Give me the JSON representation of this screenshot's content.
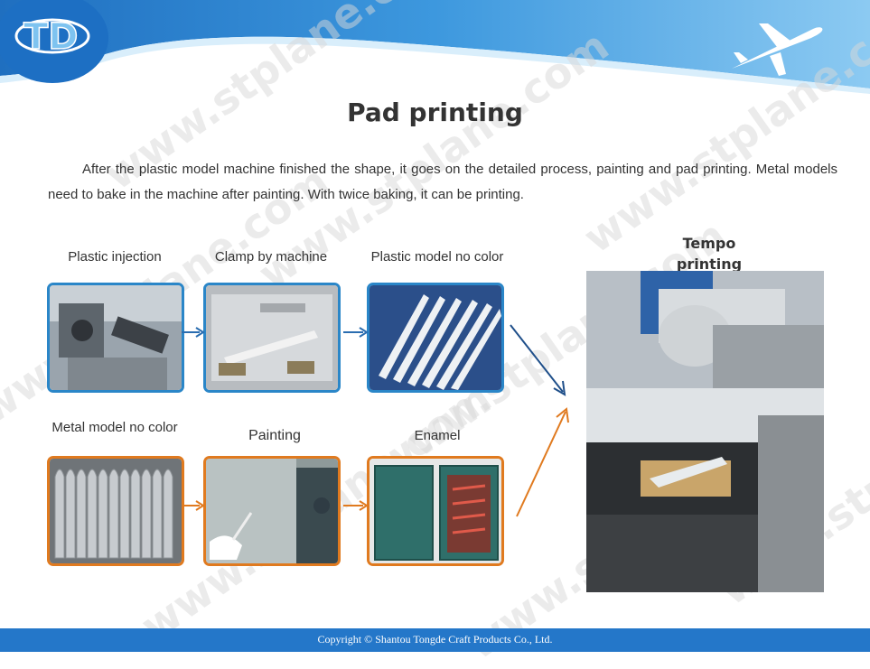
{
  "header": {
    "logo_text": "TD",
    "colors": {
      "brand_blue": "#1e78c8",
      "light_blue": "#5fb0e8",
      "accent_orange": "#e07a1f"
    }
  },
  "watermark": {
    "text": "www.stplane.com"
  },
  "page": {
    "title": "Pad printing",
    "paragraph": "After the plastic model machine finished the shape, it goes on the detailed process, painting and pad printing. Metal models need to bake in the machine after painting. With twice baking, it can be printing."
  },
  "steps": {
    "top": [
      {
        "caption": "Plastic injection"
      },
      {
        "caption": "Clamp by machine"
      },
      {
        "caption": "Plastic model no color"
      }
    ],
    "bottom": [
      {
        "caption": "Metal model no color"
      },
      {
        "caption": "Painting"
      },
      {
        "caption": "Enamel"
      }
    ],
    "final": {
      "caption_line1": "Tempo",
      "caption_line2": "printing"
    }
  },
  "footer": {
    "text": "Copyright ©   Shantou Tongde Craft Products Co., Ltd."
  }
}
